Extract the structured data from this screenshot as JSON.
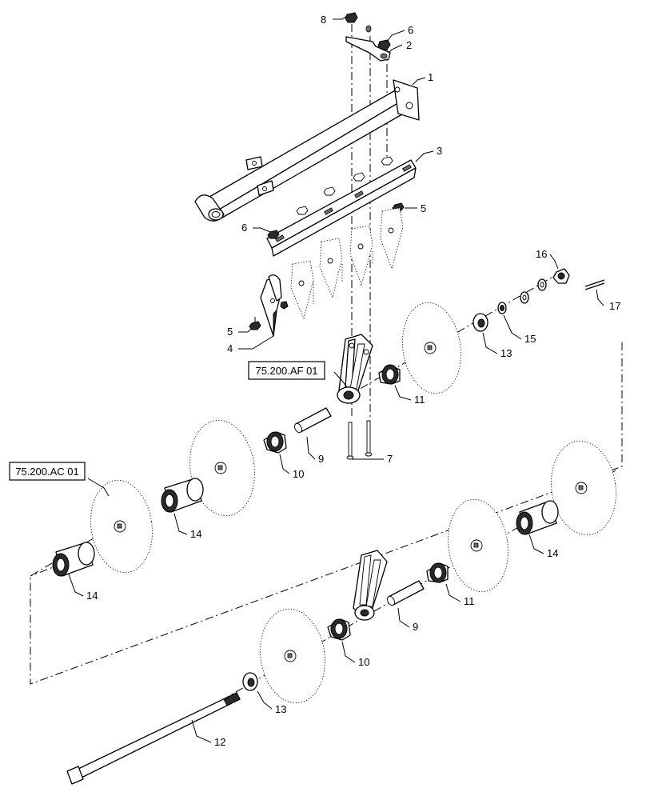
{
  "reference_boxes": [
    {
      "id": "ref-af",
      "text": "75.200.AF 01"
    },
    {
      "id": "ref-ac",
      "text": "75.200.AC 01"
    }
  ],
  "callouts": {
    "c8": "8",
    "c6a": "6",
    "c2": "2",
    "c1": "1",
    "c3": "3",
    "c5a": "5",
    "c6b": "6",
    "c5b": "5",
    "c4": "4",
    "c16": "16",
    "c17": "17",
    "c15": "15",
    "c13a": "13",
    "c11a": "11",
    "c7": "7",
    "c9a": "9",
    "c10a": "10",
    "c14a": "14",
    "c14b": "14",
    "c14c": "14",
    "c11b": "11",
    "c9b": "9",
    "c10b": "10",
    "c13b": "13",
    "c12": "12"
  }
}
